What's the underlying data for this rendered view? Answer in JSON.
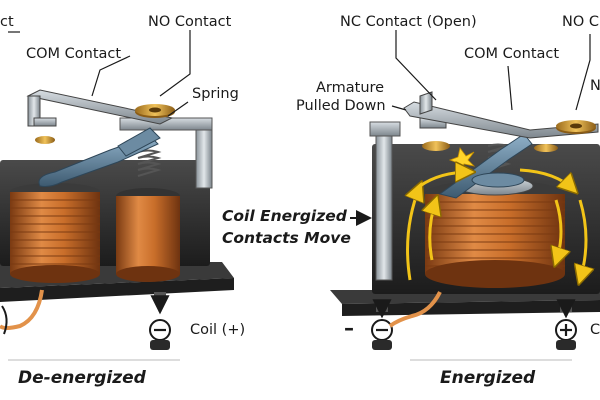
{
  "left_panel": {
    "labels": {
      "nc_contact_clipped": "ct",
      "com_contact": "COM Contact",
      "no_contact": "NO Contact",
      "spring": "Spring",
      "coil_plus": "Coil (+)"
    },
    "caption": "De-energized"
  },
  "right_panel": {
    "labels": {
      "nc_contact_open": "NC Contact (Open)",
      "no_contact_clipped": "NO C",
      "com_contact": "COM Contact",
      "armature_line1": "Armature",
      "armature_line2": "Pulled Down",
      "no_clipped_n": "N",
      "coil_clipped": "C"
    },
    "caption": "Energized",
    "minus_sign": "–"
  },
  "center": {
    "line1": "Coil Energized",
    "line2": "Contacts Move"
  },
  "colors": {
    "base": "#2a2a2a",
    "copper": "#c96e2a",
    "brass": "#d9a441",
    "steel": "#9aa3aa",
    "armature": "#4a6a82",
    "field_arrows": "#f2c418"
  }
}
